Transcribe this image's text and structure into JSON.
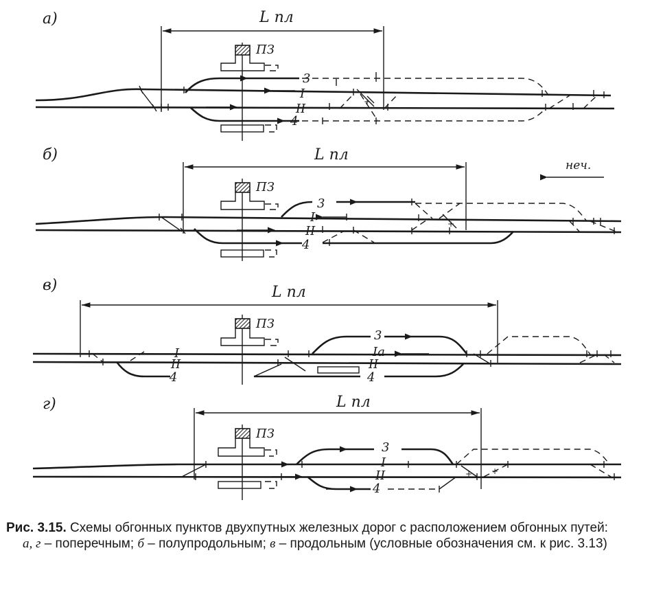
{
  "panels": [
    {
      "letter": "а)",
      "length": "L пл",
      "station": "ПЗ",
      "tracks": {
        "t3": "3",
        "t1": "I",
        "t2": "II",
        "t4": "4"
      }
    },
    {
      "letter": "б)",
      "length": "L пл",
      "station": "ПЗ",
      "tracks": {
        "t3": "3",
        "t1": "I",
        "t2": "II",
        "t4": "4"
      },
      "direction": "неч."
    },
    {
      "letter": "в)",
      "length": "L пл",
      "station": "ПЗ",
      "tracks": {
        "t3": "3",
        "t1": "I",
        "t1a": "Iа",
        "t2": "II",
        "t2b": "II",
        "t4": "4",
        "t4b": "4"
      }
    },
    {
      "letter": "г)",
      "length": "L пл",
      "station": "ПЗ",
      "tracks": {
        "t3": "3",
        "t1": "I",
        "t2": "II",
        "t4": "4"
      }
    }
  ],
  "caption": {
    "label": "Рис. 3.15.",
    "title": " Схемы обгонных пунктов двухпутных железных дорог с расположением обгонных путей:",
    "l_a": "а, г",
    "t_a": " – поперечным; ",
    "l_b": "б",
    "t_b": " – полупродольным; ",
    "l_c": "в",
    "t_c": " – продольным (условные обозначения см. к рис. 3.13)"
  }
}
